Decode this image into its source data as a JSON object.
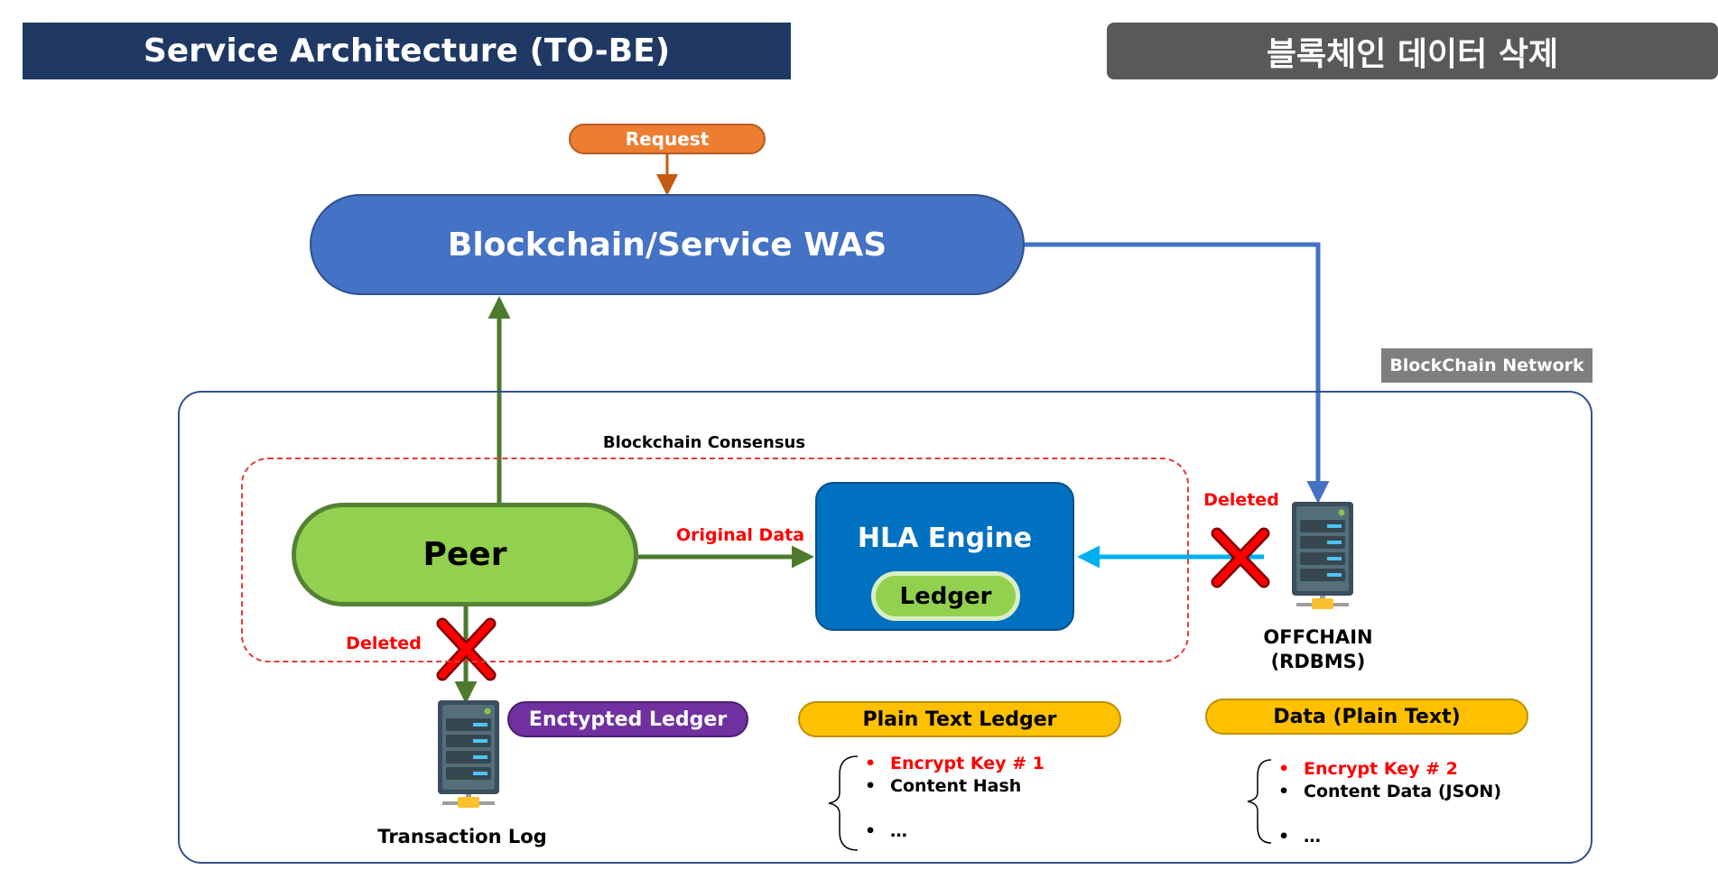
{
  "header": {
    "title_left": "Service Architecture (TO-BE)",
    "title_right": "블록체인 데이터 삭제"
  },
  "flow": {
    "request": "Request",
    "was": "Blockchain/Service WAS",
    "network_label": "BlockChain Network",
    "consensus_label": "Blockchain Consensus",
    "peer": "Peer",
    "original_data": "Original Data",
    "hla_engine": "HLA Engine",
    "ledger": "Ledger",
    "deleted_left": "Deleted",
    "deleted_right": "Deleted"
  },
  "storage": {
    "encrypted_ledger": "Enctypted Ledger",
    "plain_text_ledger": "Plain Text Ledger",
    "data_plain_text": "Data (Plain Text)",
    "transaction_log": "Transaction Log",
    "offchain_line1": "OFFCHAIN",
    "offchain_line2": "(RDBMS)"
  },
  "plain_ledger_items": [
    {
      "text": "Encrypt Key # 1",
      "color": "#ff0000"
    },
    {
      "text": "Content Hash",
      "color": "#000000"
    },
    {
      "text": "",
      "color": "#000000"
    },
    {
      "text": "…",
      "color": "#000000"
    }
  ],
  "data_items": [
    {
      "text": "Encrypt Key # 2",
      "color": "#ff0000"
    },
    {
      "text": "Content Data (JSON)",
      "color": "#000000"
    },
    {
      "text": "",
      "color": "#000000"
    },
    {
      "text": "…",
      "color": "#000000"
    }
  ],
  "colors": {
    "navy": "#1f3864",
    "gray": "#595959",
    "was_blue": "#4472c4",
    "peer_green": "#92d050",
    "arrow_green": "#4d7b2e",
    "hla_blue": "#0070c0",
    "request_orange": "#ed7d31",
    "delete_red": "#ff0000",
    "purple": "#7030a0",
    "gold": "#ffc000",
    "light_blue": "#00b0f0"
  }
}
